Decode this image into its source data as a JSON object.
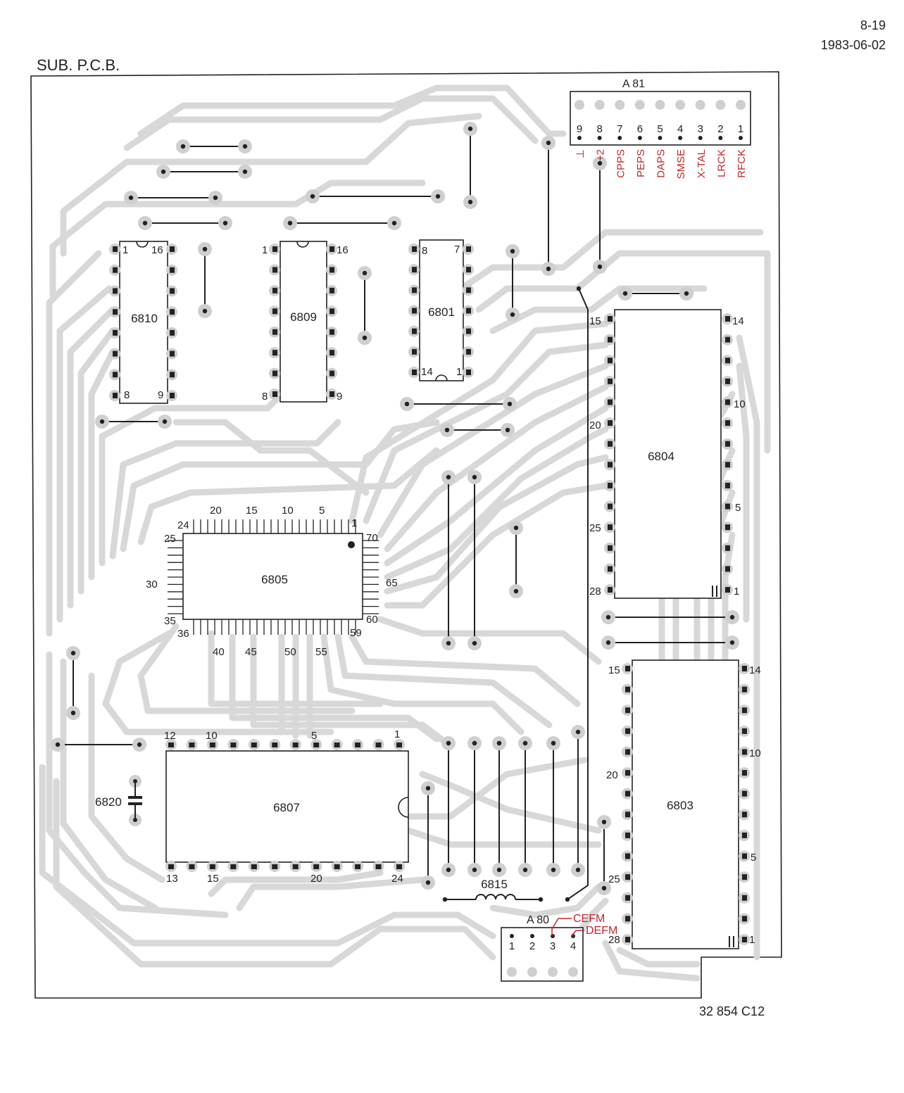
{
  "page": {
    "page_number": "8-19",
    "date": "1983-06-02",
    "board_title": "SUB. P.C.B.",
    "drawing_code": "32   854   C12"
  },
  "colors": {
    "ink": "#222222",
    "trace": "#d8d8d8",
    "signal_label": "#c0282d"
  },
  "connectors": {
    "a81": {
      "label": "A 81",
      "pins": [
        "9",
        "8",
        "7",
        "6",
        "5",
        "4",
        "3",
        "2",
        "1"
      ],
      "signals": [
        "⊥",
        "+2",
        "CPPS",
        "PEPS",
        "DAPS",
        "SMSE",
        "X-TAL",
        "LRCK",
        "RFCK"
      ]
    },
    "a80": {
      "label": "A 80",
      "pins": [
        "1",
        "2",
        "3",
        "4"
      ],
      "signals": [
        "CEFM",
        "DEFM"
      ]
    }
  },
  "chips": {
    "c6810": {
      "name": "6810",
      "pin_tl": "1",
      "pin_tr": "16",
      "pin_bl": "8",
      "pin_br": "9"
    },
    "c6809": {
      "name": "6809",
      "pin_tl": "1",
      "pin_tr": "16",
      "pin_bl": "8",
      "pin_br": "9"
    },
    "c6801": {
      "name": "6801",
      "pin_tl": "8",
      "pin_tr": "7",
      "pin_bl": "14",
      "pin_br": "1"
    },
    "c6805": {
      "name": "6805",
      "top_pins": [
        "24",
        "20",
        "15",
        "10",
        "5",
        "1"
      ],
      "left_pins": [
        "25",
        "30",
        "35"
      ],
      "bottom_pins": [
        "36",
        "40",
        "45",
        "50",
        "55",
        "59"
      ],
      "right_pins": [
        "70",
        "65",
        "60"
      ]
    },
    "c6804": {
      "name": "6804",
      "left_pins": [
        "15",
        "20",
        "25",
        "28"
      ],
      "right_pins": [
        "14",
        "10",
        "5",
        "1"
      ]
    },
    "c6803": {
      "name": "6803",
      "left_pins": [
        "15",
        "20",
        "25",
        "28"
      ],
      "right_pins": [
        "14",
        "10",
        "5",
        "1"
      ]
    },
    "c6807": {
      "name": "6807",
      "top_pins": [
        "12",
        "10",
        "5",
        "1"
      ],
      "bottom_pins": [
        "13",
        "15",
        "20",
        "24"
      ]
    }
  },
  "parts": {
    "capacitor": "6820",
    "inductor": "6815"
  }
}
